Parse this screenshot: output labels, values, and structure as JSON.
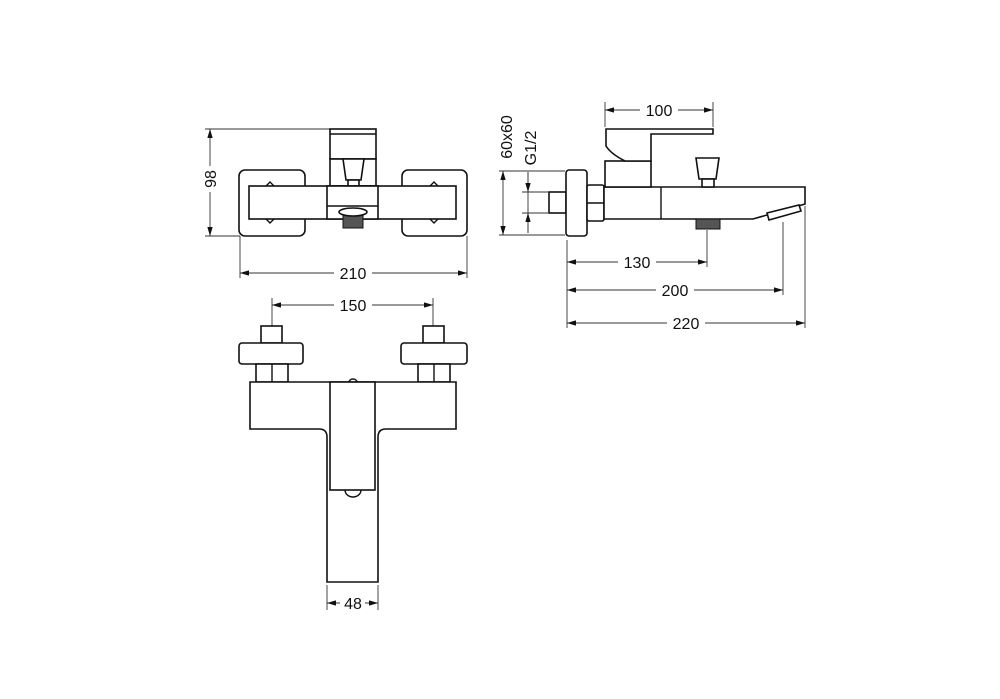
{
  "drawing": {
    "front_view": {
      "height_dim": "98",
      "width_dim": "210"
    },
    "top_view": {
      "inlet_spacing_dim": "150",
      "body_width_dim": "48"
    },
    "side_view": {
      "lever_dim": "100",
      "flange_size_dim": "60x60",
      "thread_dim": "G1/2",
      "outlet_dim": "130",
      "spout_dim": "200",
      "overall_dim": "220"
    },
    "colors": {
      "line": "#111111",
      "background": "#ffffff"
    }
  }
}
